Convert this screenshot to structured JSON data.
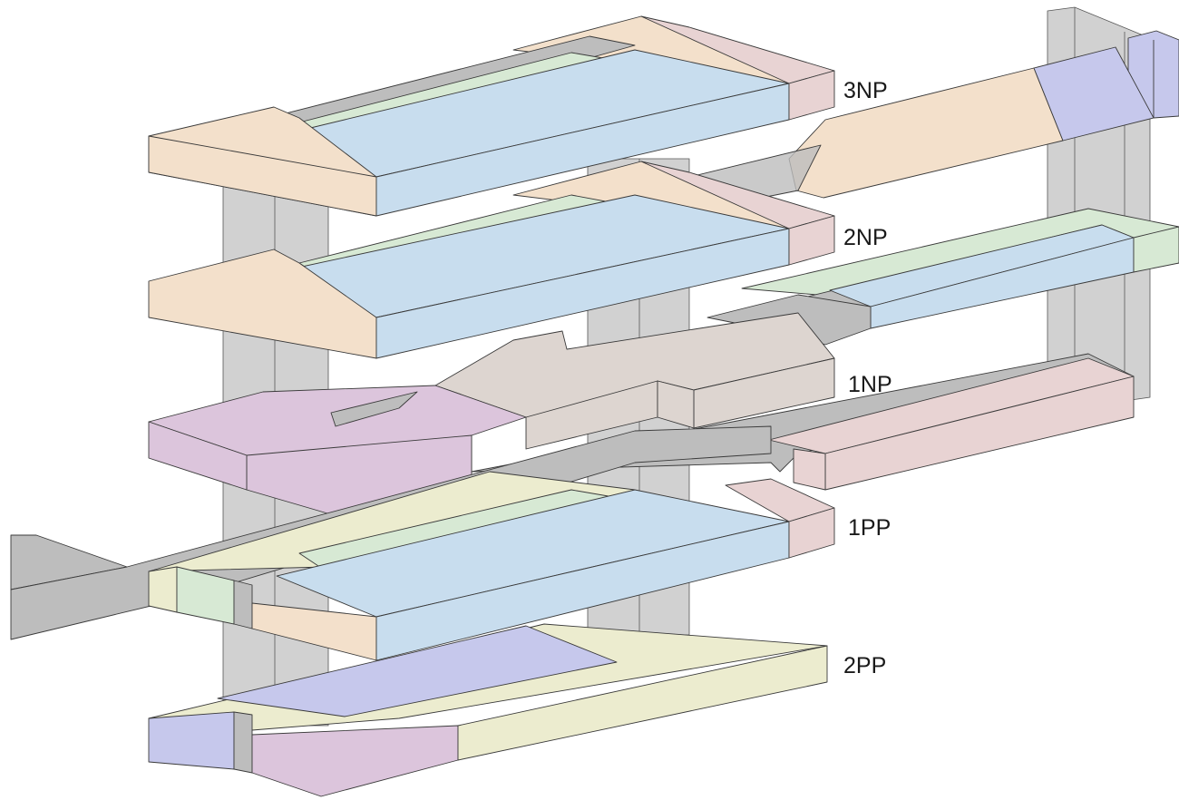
{
  "colors": {
    "orange": "#f3e0cb",
    "blue": "#c8ddee",
    "pink": "#e8d3d3",
    "green": "#d7e9d4",
    "purple": "#dcc5dc",
    "violet": "#c6c8ec",
    "yellow": "#ececcf",
    "beige": "#ddd5d0",
    "gray": "#bdbdbd"
  },
  "floors": [
    {
      "id": "3np",
      "label": "3NP"
    },
    {
      "id": "2np",
      "label": "2NP"
    },
    {
      "id": "1np",
      "label": "1NP"
    },
    {
      "id": "1pp",
      "label": "1PP"
    },
    {
      "id": "2pp",
      "label": "2PP"
    }
  ]
}
